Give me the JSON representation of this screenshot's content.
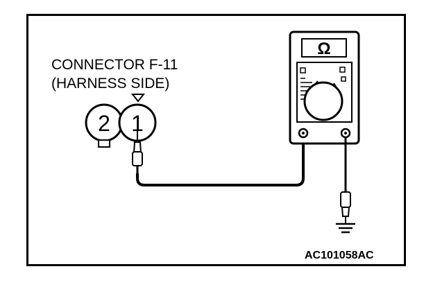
{
  "connector": {
    "title_line1": "CONNECTOR F-11",
    "title_line2": "(HARNESS SIDE)",
    "pin_left": "2",
    "pin_right": "1"
  },
  "meter": {
    "symbol": "Ω",
    "type": "ohmmeter-icon"
  },
  "figure_code": "AC101058AC",
  "colors": {
    "line": "#000000",
    "background": "#ffffff"
  }
}
